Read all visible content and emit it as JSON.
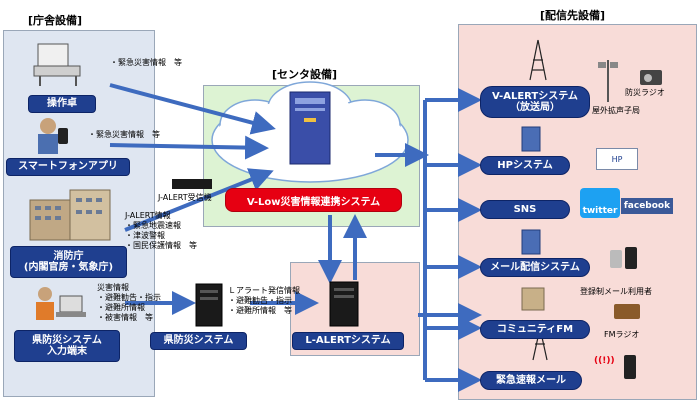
{
  "sections": {
    "office": "[庁舎設備]",
    "center": "[センタ設備]",
    "destination": "[配信先設備]"
  },
  "office": {
    "console_label": "操作卓",
    "console_info": [
      "・緊急災害情報　等"
    ],
    "smartphone_label": "スマートフォンアプリ",
    "smartphone_info": [
      "・緊急災害情報　等"
    ],
    "fdma_label": [
      "消防庁",
      "(内閣官房・気象庁)"
    ],
    "fdma_info": [
      "J-ALERT情報",
      "・緊急地震速報",
      "・津波警報",
      "・国民保護情報　等"
    ],
    "jalert_receiver": "J-ALERT受信機",
    "pref_terminal_label": [
      "県防災システム",
      "入力端末"
    ],
    "pref_terminal_info": [
      "災害情報",
      "・避難勧告・指示",
      "・避難所情報",
      "・被害情報　等"
    ],
    "pref_system_label": "県防災システム",
    "lalert_info": [
      "Ｌアラート発信情報",
      "・避難勧告・指示",
      "・避難所情報　等"
    ]
  },
  "center": {
    "vlow_system": "V-Low災害情報連携システム",
    "lalert_system": "L-ALERTシステム"
  },
  "destinations": {
    "valert": [
      "V-ALERTシステム",
      "（放送局）"
    ],
    "disaster_radio": "防災ラジオ",
    "outdoor_speaker": "屋外拡声子局",
    "hp_system": "HPシステム",
    "hp_icon": "HP",
    "sns": "SNS",
    "twitter": "twitter",
    "facebook": "facebook",
    "mail_system": "メール配信システム",
    "mail_users": "登録制メール利用者",
    "community_fm": "コミュニティFM",
    "fm_radio": "FMラジオ",
    "emergency_mail": "緊急速報メール"
  },
  "colors": {
    "label_blue": "#1f3f8f",
    "office_panel": "#dfe6f1",
    "center_panel": "#ddf3d3",
    "dest_panel": "#f8dcd8",
    "arrow_blue": "#3e6bbf",
    "red": "#e60012"
  }
}
